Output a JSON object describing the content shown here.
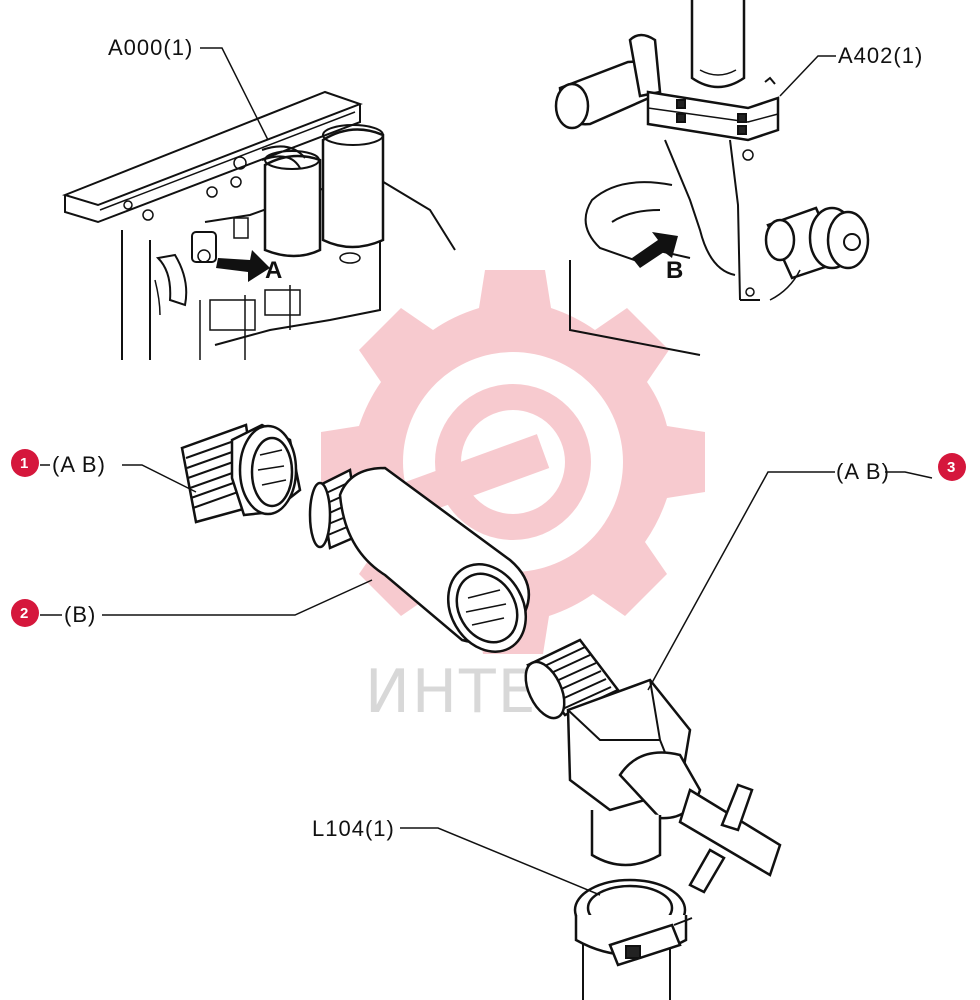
{
  "callouts": {
    "engine_ref": "A000(1)",
    "filter_ref": "A402(1)",
    "clamp_ref": "L104(1)",
    "item1_text": "(A   B)",
    "item2_text": "(B)",
    "item3_text": "(A   B)"
  },
  "view_markers": {
    "a": "A",
    "b": "B"
  },
  "badges": {
    "b1": "1",
    "b2": "2",
    "b3": "3"
  },
  "watermark": {
    "text": "ИНТЕХ"
  },
  "colors": {
    "badge": "#d5173c",
    "watermark": "#f2a0a8",
    "line": "#111111"
  }
}
